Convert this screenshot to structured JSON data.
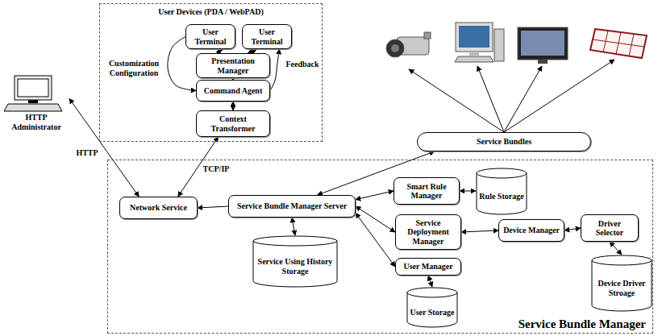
{
  "diagram": {
    "nodes": [
      {
        "text": [
          "User Devices (PDA / WebPAD)"
        ]
      },
      {
        "text": [
          "User Terminal"
        ],
        "in": 0
      },
      {
        "text": [
          "User Terminal"
        ],
        "in": 0
      },
      {
        "text": [
          "Presentation Manager"
        ],
        "in": 0
      },
      {
        "text": [
          "Command Agent"
        ],
        "in": 0
      },
      {
        "text": [
          "Context Transformer"
        ],
        "in": 0
      },
      {
        "text": [
          "HTTP Administrator"
        ]
      },
      {
        "text": [
          "Service Bundles"
        ]
      },
      {
        "text": [
          "Service Bundle Manager"
        ]
      },
      {
        "text": [
          "Network Service"
        ],
        "in": 8
      },
      {
        "text": [
          "Service Bundle Manager Server"
        ],
        "in": 8
      },
      {
        "text": [
          "Smart Rule Manager"
        ],
        "in": 8
      },
      {
        "text": [
          "Rule Storage"
        ],
        "in": 8
      },
      {
        "text": [
          "Service Deployment Manager"
        ],
        "in": 8
      },
      {
        "text": [
          "Device Manager"
        ],
        "in": 8
      },
      {
        "text": [
          "Driver Selector"
        ],
        "in": 8
      },
      {
        "text": [
          "Service Using History Storage"
        ],
        "in": 8
      },
      {
        "text": [
          "User Manager"
        ],
        "in": 8
      },
      {
        "text": [
          "User Storage"
        ],
        "in": 8
      },
      {
        "text": [
          "Device Driver Stroage"
        ],
        "in": 8
      }
    ],
    "edges": [
      {
        "from": 9,
        "to": 6,
        "label": "HTTP",
        "arrow": "both"
      },
      {
        "from": 9,
        "to": 5,
        "label": "TCP/IP",
        "arrow": "both"
      },
      {
        "from": 10,
        "to": 9,
        "arrow": "to"
      },
      {
        "from": 10,
        "to": 7,
        "arrow": "both"
      },
      {
        "from": 10,
        "to": 11,
        "arrow": "both"
      },
      {
        "from": 10,
        "to": 13,
        "arrow": "both"
      },
      {
        "from": 10,
        "to": 17,
        "arrow": "both"
      },
      {
        "from": 10,
        "to": 16,
        "arrow": "both"
      },
      {
        "from": 11,
        "to": 12,
        "arrow": "both"
      },
      {
        "from": 13,
        "to": 14,
        "arrow": "both"
      },
      {
        "from": 14,
        "to": 15,
        "arrow": "both"
      },
      {
        "from": 15,
        "to": 19,
        "arrow": "both"
      },
      {
        "from": 17,
        "to": 18,
        "arrow": "both"
      },
      {
        "from": 1,
        "to": 3,
        "arrow": "both"
      },
      {
        "from": 2,
        "to": 3,
        "arrow": "both"
      },
      {
        "from": 3,
        "to": 4,
        "arrow": "both"
      },
      {
        "from": 4,
        "to": 5,
        "arrow": "both"
      },
      {
        "from": 1,
        "to": 4,
        "label": "Customization Configuration",
        "arrow": "to"
      },
      {
        "from": 4,
        "to": 2,
        "label": "Feedback",
        "arrow": "to"
      }
    ]
  }
}
